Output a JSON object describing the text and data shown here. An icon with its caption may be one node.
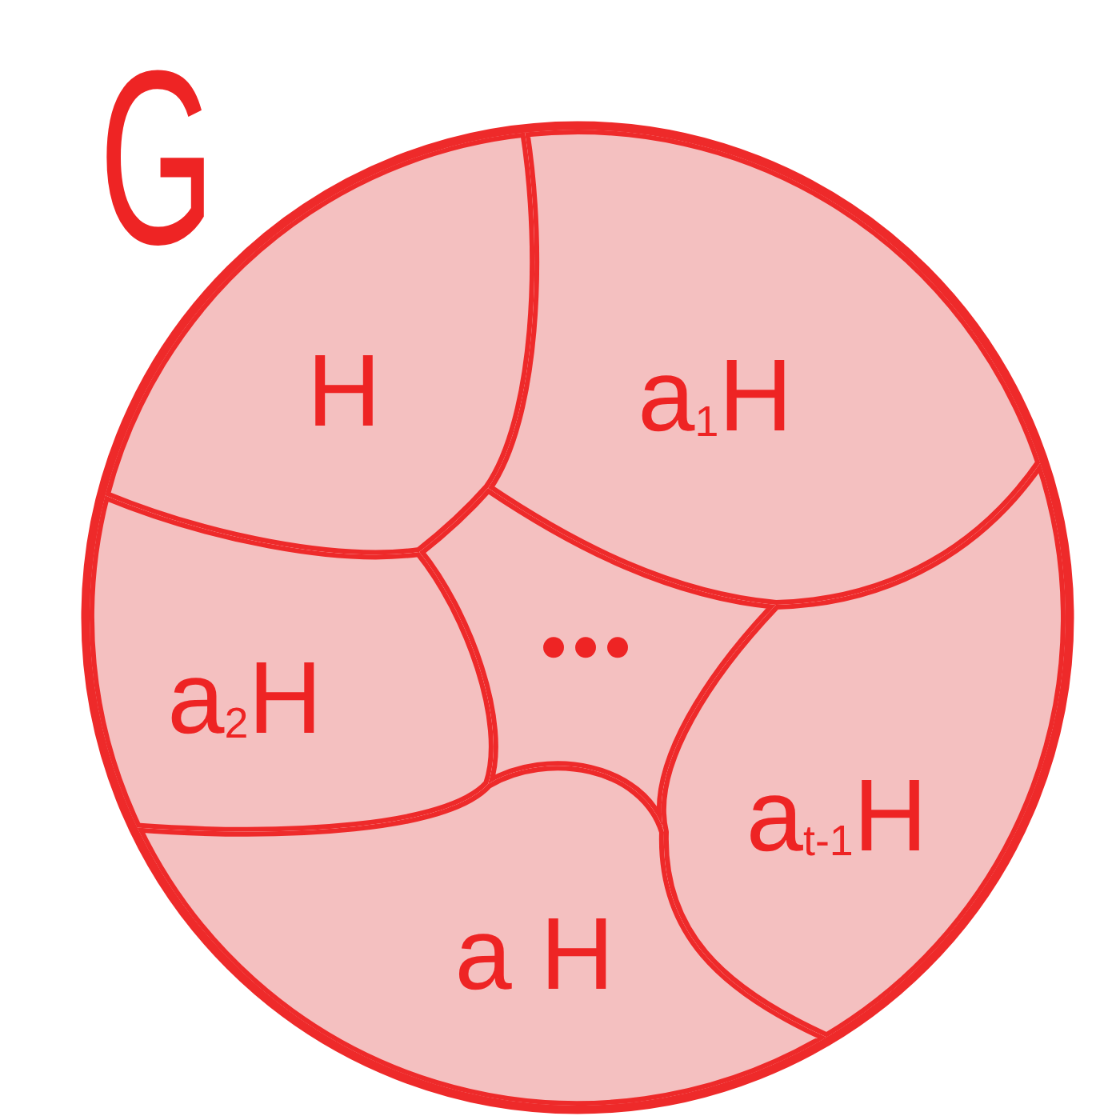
{
  "diagram": {
    "nodes": [
      {
        "text": [
          "G"
        ]
      },
      {
        "text": [
          "H"
        ],
        "in": 0
      },
      {
        "text": [
          "a$_{1}$H"
        ],
        "in": 0
      },
      {
        "text": [
          "a$_{2}$H"
        ],
        "in": 0
      },
      {
        "text": [
          "..."
        ],
        "in": 0
      },
      {
        "text": [
          "a$_{t-1}$H"
        ],
        "in": 0
      },
      {
        "text": [
          "a H"
        ],
        "in": 0
      }
    ]
  }
}
